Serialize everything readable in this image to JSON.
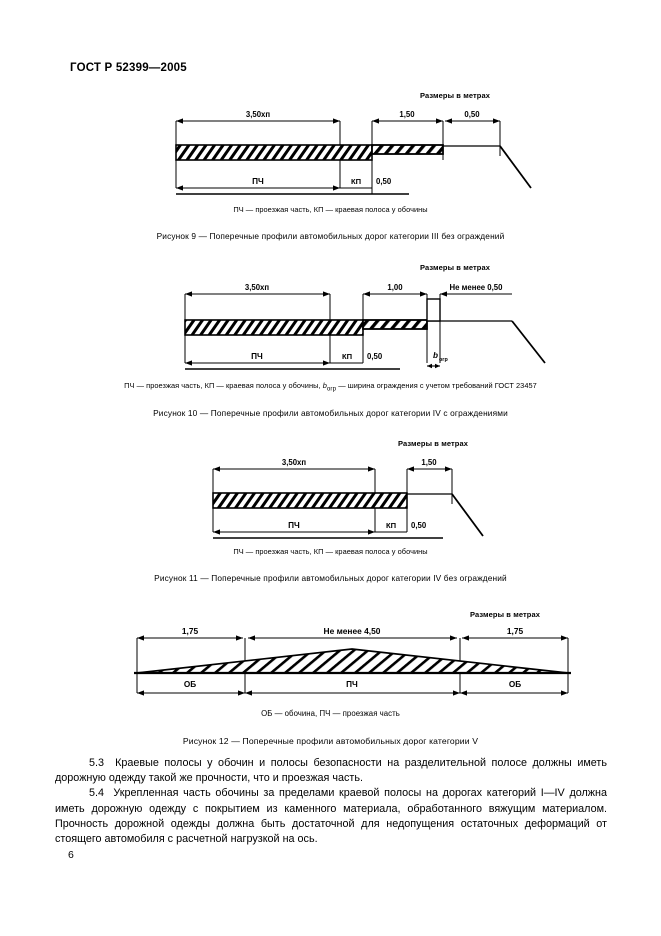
{
  "document": {
    "standard_header": "ГОСТ Р 52399—2005",
    "page_number": "6"
  },
  "figures": [
    {
      "id": "figure-9",
      "units_note": "Размеры в метрах",
      "dimensions": {
        "carriageway": "3,50хп",
        "shoulder_strip": "1,50",
        "outer": "0,50",
        "edge_strip": "0,50"
      },
      "part_labels": {
        "carriageway": "ПЧ",
        "edge_strip": "КП"
      },
      "legend": "ПЧ — проезжая часть, КП — краевая полоса у обочины",
      "caption": "Рисунок 9 — Поперечные профили автомобильных дорог категории III без ограждений"
    },
    {
      "id": "figure-10",
      "units_note": "Размеры в метрах",
      "dimensions": {
        "carriageway": "3,50хп",
        "shoulder_strip": "1,00",
        "outer": "Не менее 0,50",
        "edge_strip": "0,50",
        "barrier": "b",
        "barrier_sub": "огр"
      },
      "part_labels": {
        "carriageway": "ПЧ",
        "edge_strip": "КП"
      },
      "legend_main": "ПЧ — проезжая часть, КП — краевая полоса у обочины, ",
      "legend_sym": "b",
      "legend_sym_sub": "огр",
      "legend_tail": " — ширина ограждения с учетом требований ГОСТ 23457",
      "caption": "Рисунок 10 — Поперечные профили автомобильных дорог категории IV с ограждениями"
    },
    {
      "id": "figure-11",
      "units_note": "Размеры в метрах",
      "dimensions": {
        "carriageway": "3,50хп",
        "shoulder_strip": "1,50",
        "edge_strip": "0,50"
      },
      "part_labels": {
        "carriageway": "ПЧ",
        "edge_strip": "КП"
      },
      "legend": "ПЧ — проезжая часть, КП —  краевая полоса у обочины",
      "caption": "Рисунок 11 — Поперечные профили автомобильных дорог категории IV без ограждений"
    },
    {
      "id": "figure-12",
      "units_note": "Размеры в метрах",
      "dimensions": {
        "left_shoulder": "1,75",
        "carriageway": "Не менее 4,50",
        "right_shoulder": "1,75"
      },
      "part_labels": {
        "left_shoulder": "ОБ",
        "carriageway": "ПЧ",
        "right_shoulder": "ОБ"
      },
      "legend": "ОБ — обочина, ПЧ — проезжая часть",
      "caption": "Рисунок 12 — Поперечные профили автомобильных дорог категории V"
    }
  ],
  "clauses": [
    {
      "number": "5.3",
      "text": "Краевые полосы у обочин и полосы безопасности на разделительной полосе должны иметь дорожную одежду такой же прочности, что и проезжая часть."
    },
    {
      "number": "5.4",
      "text": "Укрепленная часть обочины за пределами краевой полосы на дорогах категорий I—IV должна иметь дорожную одежду с покрытием из каменного материала, обработанного вяжущим материалом. Прочность дорожной одежды должна быть достаточной для недопущения остаточных деформаций от стоящего автомобиля с расчетной нагрузкой на ось."
    }
  ]
}
